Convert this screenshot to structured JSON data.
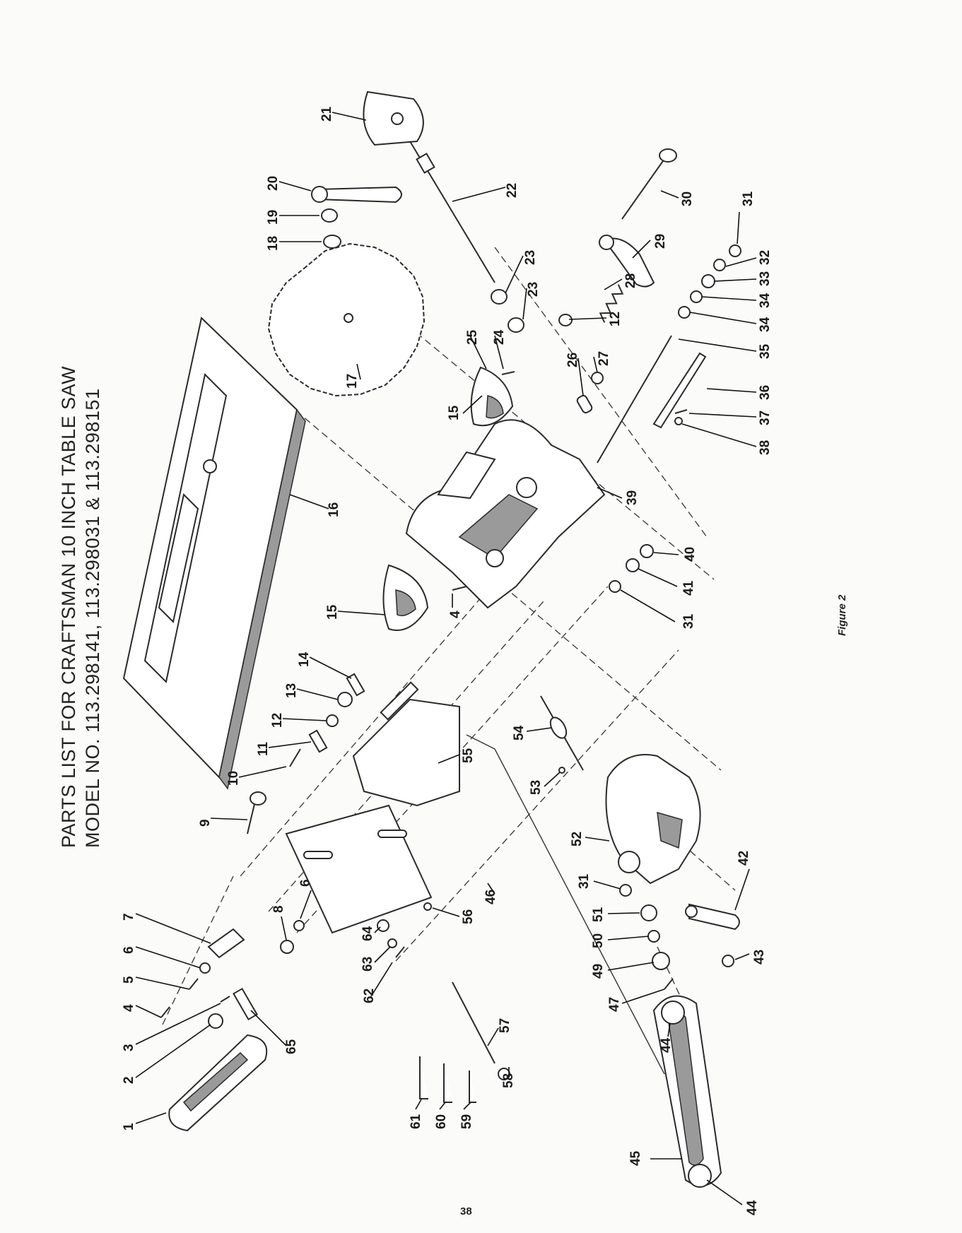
{
  "header": {
    "title_line1": "PARTS LIST FOR CRAFTSMAN 10 INCH TABLE SAW",
    "title_line2": "MODEL NO. 113.298141, 113.298031 & 113.298151"
  },
  "figure_caption": "Figure 2",
  "page_number": "38",
  "callouts": {
    "c1": "1",
    "c2": "2",
    "c3": "3",
    "c4a": "4",
    "c4b": "4",
    "c5": "5",
    "c6a": "6",
    "c6b": "6",
    "c7": "7",
    "c8": "8",
    "c9": "9",
    "c10": "10",
    "c11": "11",
    "c12a": "12",
    "c12b": "12",
    "c13": "13",
    "c14": "14",
    "c15a": "15",
    "c15b": "15",
    "c16": "16",
    "c17": "17",
    "c18": "18",
    "c19": "19",
    "c20": "20",
    "c21": "21",
    "c22": "22",
    "c23a": "23",
    "c23b": "23",
    "c24": "24",
    "c25": "25",
    "c26": "26",
    "c27": "27",
    "c28": "28",
    "c29": "29",
    "c30": "30",
    "c31a": "31",
    "c31b": "31",
    "c31c": "31",
    "c32": "32",
    "c33": "33",
    "c34a": "34",
    "c34b": "34",
    "c35": "35",
    "c36": "36",
    "c37": "37",
    "c38": "38",
    "c39": "39",
    "c40": "40",
    "c41": "41",
    "c42": "42",
    "c43": "43",
    "c44a": "44",
    "c44b": "44",
    "c45": "45",
    "c46": "46",
    "c47": "47",
    "c49": "49",
    "c50": "50",
    "c51": "51",
    "c52": "52",
    "c53": "53",
    "c54": "54",
    "c55": "55",
    "c56": "56",
    "c57": "57",
    "c58": "58",
    "c59": "59",
    "c60": "60",
    "c61": "61",
    "c62": "62",
    "c63": "63",
    "c64": "64",
    "c65": "65"
  }
}
